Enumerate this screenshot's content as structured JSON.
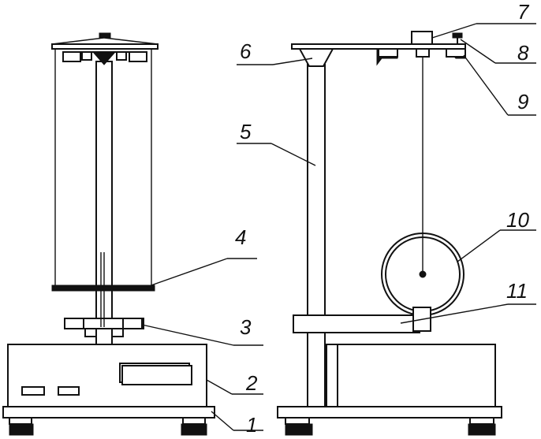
{
  "diagram": {
    "line_color": "#111111",
    "background": "#ffffff",
    "callouts": [
      {
        "id": "c1",
        "label": "1"
      },
      {
        "id": "c2",
        "label": "2"
      },
      {
        "id": "c3",
        "label": "3"
      },
      {
        "id": "c4",
        "label": "4"
      },
      {
        "id": "c5",
        "label": "5"
      },
      {
        "id": "c6",
        "label": "6"
      },
      {
        "id": "c7",
        "label": "7"
      },
      {
        "id": "c8",
        "label": "8"
      },
      {
        "id": "c9",
        "label": "9"
      },
      {
        "id": "c10",
        "label": "10"
      },
      {
        "id": "c11",
        "label": "11"
      }
    ]
  }
}
